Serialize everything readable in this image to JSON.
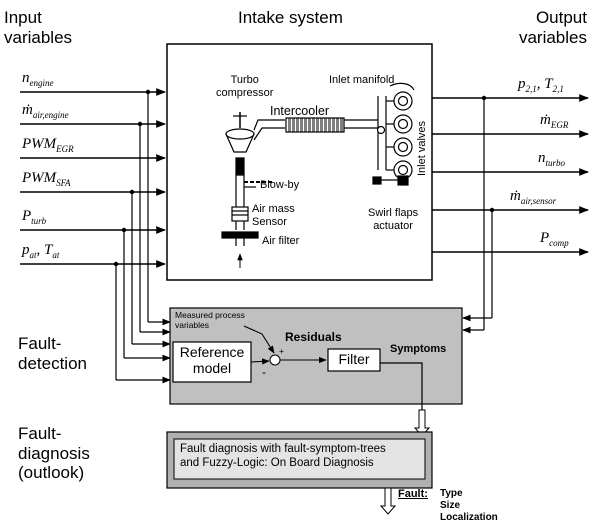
{
  "headings": {
    "input": "Input\nvariables",
    "intake": "Intake system",
    "output": "Output\nvariables",
    "fault_detection": "Fault-\ndetection",
    "fault_diagnosis": "Fault-\ndiagnosis\n(outlook)"
  },
  "inputs": [
    {
      "main": "n",
      "sub": "engine"
    },
    {
      "main": "ṁ",
      "sub": "air,engine"
    },
    {
      "main": "PWM",
      "sub": "EGR"
    },
    {
      "main": "PWM",
      "sub": "SFA"
    },
    {
      "main": "P",
      "sub": "turb"
    },
    {
      "main": "p",
      "sub": "at",
      "main2": ", T",
      "sub2": "at"
    }
  ],
  "outputs": [
    {
      "main": "p",
      "sub": "2,1",
      "main2": ", T",
      "sub2": "2,1"
    },
    {
      "main": "ṁ",
      "sub": "EGR"
    },
    {
      "main": "n",
      "sub": "turbo"
    },
    {
      "main": "ṁ",
      "sub": "air,sensor"
    },
    {
      "main": "P",
      "sub": "comp"
    }
  ],
  "intake": {
    "turbo_compressor": "Turbo\ncompressor",
    "inlet_manifold": "Inlet manifold",
    "intercooler": "Intercooler",
    "inlet_valves": "Inlet valves",
    "blow_by": "Blow-by",
    "air_mass_sensor": "Air mass\nSensor",
    "air_filter": "Air filter",
    "swirl_flaps": "Swirl flaps\nactuator"
  },
  "detection": {
    "measured": "Measured process\nvariables",
    "residuals": "Residuals",
    "symptoms": "Symptoms",
    "reference_model": "Reference\nmodel",
    "filter": "Filter",
    "plus": "+",
    "minus": "-"
  },
  "diagnosis": {
    "text": "Fault diagnosis with fault-symptom-trees\nand Fuzzy-Logic: On Board Diagnosis",
    "fault": "Fault:",
    "fault_items": "Type\nSize\nLocalization"
  }
}
